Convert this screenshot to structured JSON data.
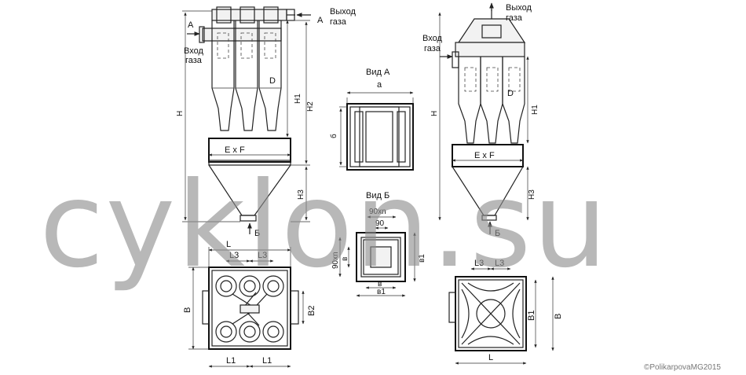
{
  "labels": {
    "gas_inlet_left": [
      "Вход",
      "газа"
    ],
    "gas_outlet_left": [
      "Выход",
      "газа"
    ],
    "gas_inlet_right": [
      "Вход",
      "газа"
    ],
    "gas_outlet_right": [
      "Выход",
      "газа"
    ],
    "arrow_a1": "А",
    "arrow_a2": "А",
    "arrow_b_left": "Б",
    "arrow_b_right": "Б",
    "view_a": "Вид А",
    "view_b": "Вид Б",
    "dim_H_left": "Н",
    "dim_H1_left": "Н1",
    "dim_H2_left": "Н2",
    "dim_H3_left": "Н3",
    "dim_D_left": "D",
    "dim_ExF_left": "Е х F",
    "dim_H_right": "Н",
    "dim_H1_right": "Н1",
    "dim_H3_right": "Н3",
    "dim_D_right": "D",
    "dim_ExF_right": "Е х F",
    "dim_a": "а",
    "dim_b_vida": "б",
    "dim_90xn_top": "90хn",
    "dim_90": "90",
    "dim_90xn_side": "90хn",
    "dim_v_small": "в",
    "dim_v1_side": "в1",
    "dim_v_bottom": "в",
    "dim_v1_bottom": "в1",
    "dim_L_top": "L",
    "dim_L3_a": "L3",
    "dim_L3_b": "L3",
    "dim_B_left": "В",
    "dim_B2": "В2",
    "dim_L1_a": "L1",
    "dim_L1_b": "L1",
    "dim_L3_c": "L3",
    "dim_L3_d": "L3",
    "dim_B1": "В1",
    "dim_B_right": "В",
    "dim_L_bottom": "L"
  },
  "watermark": "cyklon.su",
  "copyright": "©PolikarpovaMG2015"
}
